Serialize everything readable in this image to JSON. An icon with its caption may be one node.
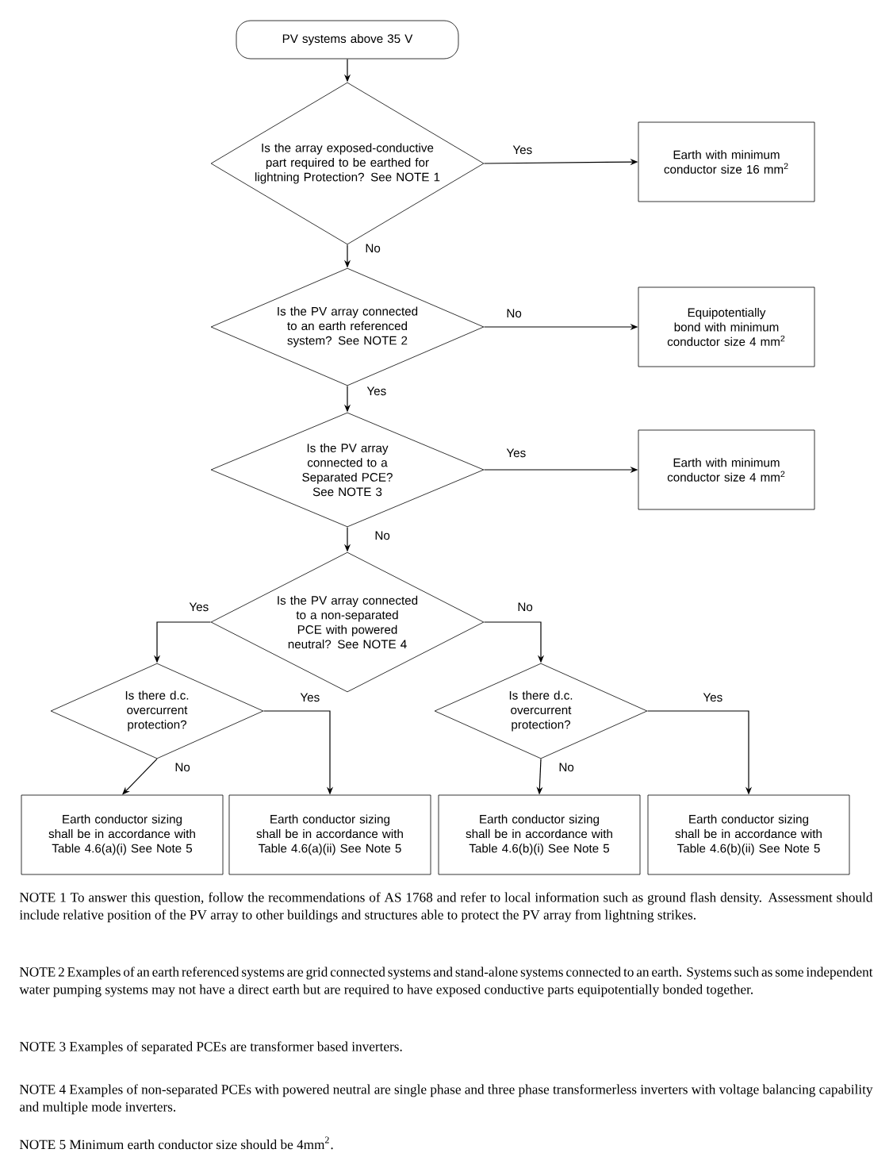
{
  "diagram": {
    "nodes": [
      {
        "text": [
          "PV systems above 35 V"
        ]
      },
      {
        "text": [
          "Is the array exposed-conductive part required to be earthed for lightning Protection? See NOTE 1"
        ]
      },
      {
        "text": [
          "Earth with minimum conductor size 16 mm$^{2}$"
        ]
      },
      {
        "text": [
          "Is the PV array connected to an earth referenced system? See NOTE 2"
        ]
      },
      {
        "text": [
          "Equipotentially bond with minimum conductor size 4 mm$^{2}$"
        ]
      },
      {
        "text": [
          "Is the PV array connected to a Separated PCE? See NOTE 3"
        ]
      },
      {
        "text": [
          "Earth with minimum conductor size 4 mm$^{2}$"
        ]
      },
      {
        "text": [
          "Is the PV array connected to a non-separated PCE with powered neutral? See NOTE 4"
        ]
      },
      {
        "text": [
          "Is there d.c. overcurrent protection?"
        ]
      },
      {
        "text": [
          "Is there d.c. overcurrent protection?"
        ]
      },
      {
        "text": [
          "Earth conductor sizing shall be in accordance with Table 4.6(a)(i) See Note 5"
        ]
      },
      {
        "text": [
          "Earth conductor sizing shall be in accordance with Table 4.6(a)(ii) See Note 5"
        ]
      },
      {
        "text": [
          "Earth conductor sizing shall be in accordance with Table 4.6(b)(i) See Note 5"
        ]
      },
      {
        "text": [
          "Earth conductor sizing shall be in accordance with Table 4.6(b)(ii) See Note 5"
        ]
      }
    ],
    "edges": [
      {
        "from": 0,
        "to": 1,
        "arrow": "to"
      },
      {
        "from": 1,
        "to": 2,
        "arrow": "to",
        "label": "Yes"
      },
      {
        "from": 1,
        "to": 3,
        "arrow": "to",
        "label": "No"
      },
      {
        "from": 3,
        "to": 4,
        "arrow": "to",
        "label": "No"
      },
      {
        "from": 3,
        "to": 5,
        "arrow": "to",
        "label": "Yes"
      },
      {
        "from": 5,
        "to": 6,
        "arrow": "to",
        "label": "Yes"
      },
      {
        "from": 5,
        "to": 7,
        "arrow": "to",
        "label": "No"
      },
      {
        "from": 7,
        "to": 8,
        "arrow": "to",
        "label": "Yes"
      },
      {
        "from": 7,
        "to": 9,
        "arrow": "to",
        "label": "No"
      },
      {
        "from": 8,
        "to": 10,
        "arrow": "to",
        "label": "No"
      },
      {
        "from": 8,
        "to": 11,
        "arrow": "to",
        "label": "Yes"
      },
      {
        "from": 9,
        "to": 12,
        "arrow": "to",
        "label": "No"
      },
      {
        "from": 9,
        "to": 13,
        "arrow": "to",
        "label": "Yes"
      }
    ],
    "labels": [
      "NOTE 1 To answer this question, follow the recommendations of AS 1768 and refer to local information such as ground flash density. Assessment should include relative position of the PV array to other buildings and structures able to protect the PV array from lightning strikes.",
      "NOTE 2 Examples of an earth referenced systems are grid connected systems and stand-alone systems connected to an earth. Systems such as some independent water pumping systems may not have a direct earth but are required to have exposed conductive parts equipotentially bonded together.",
      "NOTE 3 Examples of separated PCEs are transformer based inverters.",
      "NOTE 4 Examples of non-separated PCEs with powered neutral are single phase and three phase transformerless inverters with voltage balancing capability and multiple mode inverters.",
      "NOTE 5 Minimum earth conductor size should be 4mm$^{2}$."
    ]
  }
}
